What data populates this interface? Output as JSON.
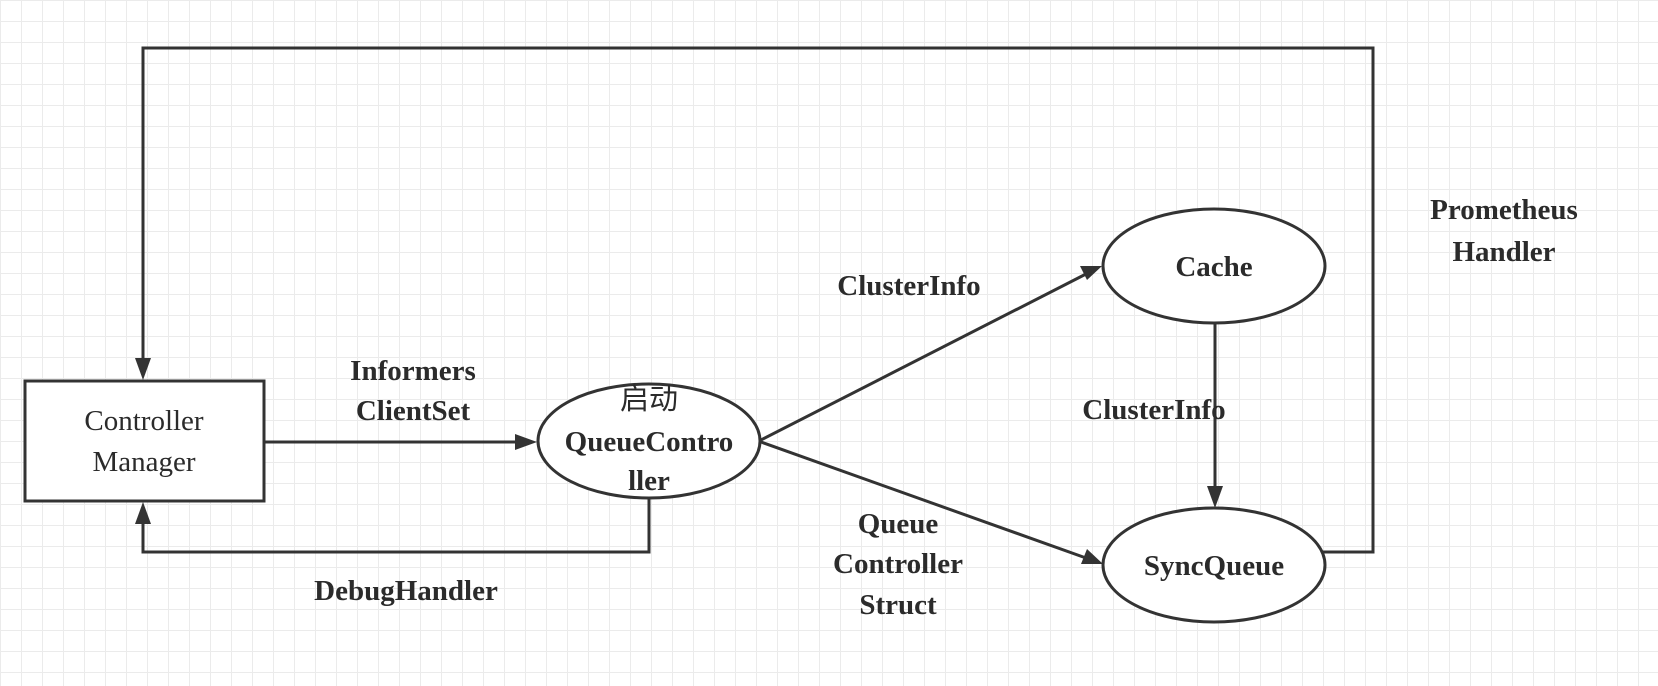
{
  "nodes": {
    "controller_manager": {
      "lines": [
        "Controller",
        "Manager"
      ]
    },
    "queue_controller": {
      "lines": [
        "启动",
        "QueueContro",
        "ller"
      ]
    },
    "cache": {
      "label": "Cache"
    },
    "sync_queue": {
      "label": "SyncQueue"
    }
  },
  "edge_labels": {
    "informers": [
      "Informers",
      "ClientSet"
    ],
    "debug_handler": "DebugHandler",
    "cluster_info_to_cache": "ClusterInfo",
    "cluster_info_to_sync": "ClusterInfo",
    "queue_controller_struct": [
      "Queue",
      "Controller",
      "Struct"
    ],
    "prometheus_handler": [
      "Prometheus",
      "Handler"
    ]
  },
  "colors": {
    "stroke": "#333333",
    "text": "#2b2b2b",
    "grid": "#ebebeb",
    "background": "#ffffff"
  }
}
